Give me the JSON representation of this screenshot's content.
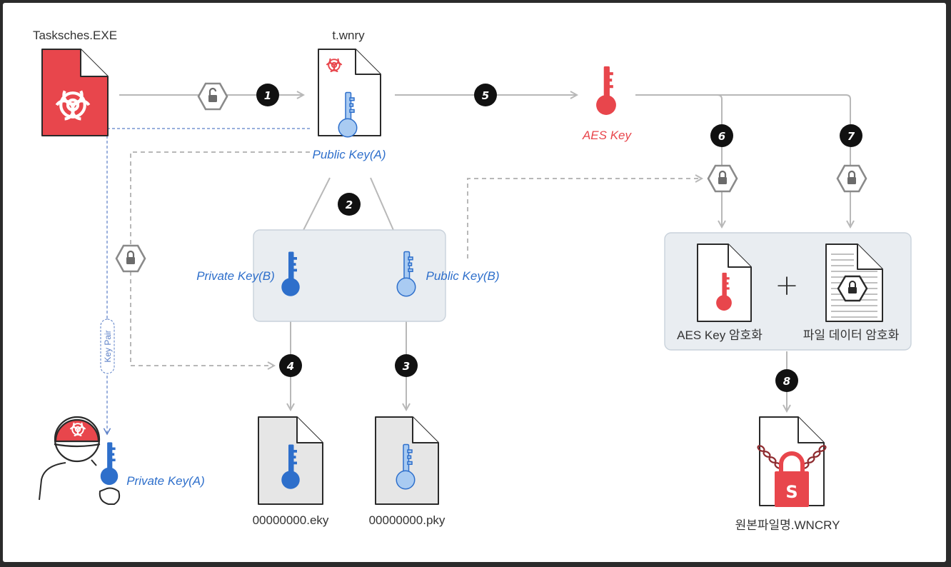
{
  "colors": {
    "red": "#e8464c",
    "blue_dark": "#2e6fcb",
    "blue_light": "#a9cbf2",
    "gray_line": "#b8b8b8",
    "panel_fill": "#e9edf1",
    "doc_gray": "#e6e6e6"
  },
  "nodes": {
    "tasksche": {
      "label": "Tasksches.EXE",
      "icon": "biohazard-file-icon"
    },
    "twnry": {
      "label": "t.wnry",
      "key_label": "Public Key(A)",
      "icon": "biohazard-file-icon"
    },
    "aes_key": {
      "label": "AES Key",
      "icon": "key-icon"
    },
    "private_key_b": {
      "label": "Private Key(B)",
      "icon": "key-icon"
    },
    "public_key_b": {
      "label": "Public Key(B)",
      "icon": "key-icon"
    },
    "eky": {
      "label": "00000000.eky",
      "icon": "file-icon"
    },
    "pky": {
      "label": "00000000.pky",
      "icon": "file-icon"
    },
    "aes_encrypt": {
      "label": "AES Key 암호화",
      "icon": "file-icon"
    },
    "file_encrypt": {
      "label": "파일 데이터 암호화",
      "icon": "file-icon"
    },
    "plus": {
      "label": "+"
    },
    "wncry": {
      "label": "원본파일명.WNCRY",
      "icon": "locked-file-icon",
      "padlock_letter": "S"
    },
    "attacker": {
      "label": "Private Key(A)",
      "icon": "hacker-icon"
    },
    "key_pair": {
      "label": "Key Pair"
    }
  },
  "steps": [
    "1",
    "2",
    "3",
    "4",
    "5",
    "6",
    "7",
    "8"
  ]
}
